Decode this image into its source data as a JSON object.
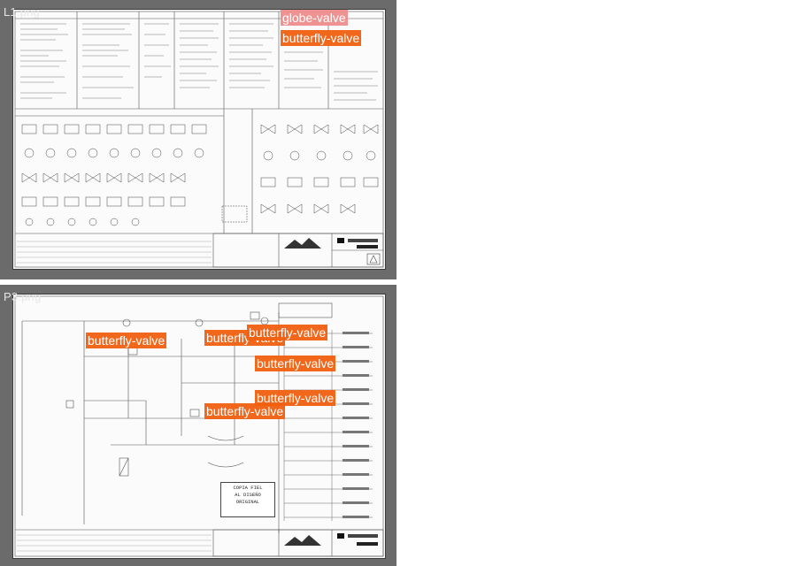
{
  "panels": [
    {
      "filename": "L1.png",
      "annotations": [
        {
          "label": "globe-valve",
          "color": "#ee8c8c"
        },
        {
          "label": "butterfly-valve",
          "color": "#f06010"
        }
      ]
    },
    {
      "filename": "P3.png",
      "annotations": [
        {
          "label": "butterfly-valve",
          "color": "#f06010"
        },
        {
          "label": "butterfly-valve",
          "color": "#f06010"
        },
        {
          "label": "butterfly-valve",
          "color": "#f06010"
        },
        {
          "label": "butterfly-valve",
          "color": "#f06010"
        },
        {
          "label": "butterfly-valve",
          "color": "#f06010"
        },
        {
          "label": "butterfly-valve",
          "color": "#f06010"
        }
      ],
      "stamp": {
        "line1": "COPIA FIEL",
        "line2": "AL DISEÑO",
        "line3": "ORIGINAL"
      }
    }
  ]
}
